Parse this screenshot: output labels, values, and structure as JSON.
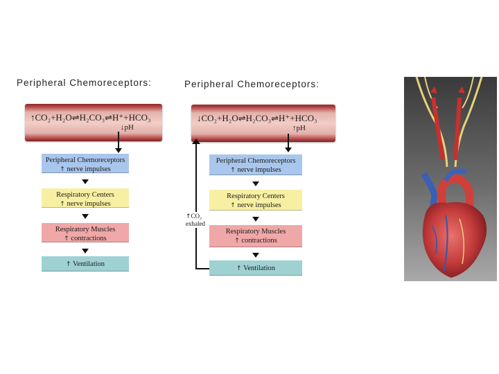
{
  "left_panel": {
    "title": "Peripheral Chemoreceptors:",
    "equation": "↑CO₂+H₂O⇌H₂CO₃⇌H⁺+HCO₃",
    "ph_label": "↓pH",
    "boxes": [
      {
        "line1": "Peripheral Chemoreceptors",
        "line2": "nerve impulses"
      },
      {
        "line1": "Respiratory Centers",
        "line2": "nerve impulses"
      },
      {
        "line1": "Respiratory Muscles",
        "line2": "contractions"
      },
      {
        "line1": "Ventilation",
        "line2": ""
      }
    ]
  },
  "right_panel": {
    "title": "Peripheral Chemoreceptors:",
    "equation": "↓CO₂+H₂O⇌H₂CO₃⇌H⁺+HCO₃",
    "ph_label": "↑pH",
    "co2_label_1": "CO₂",
    "co2_label_2": "exhaled",
    "boxes": [
      {
        "line1": "Peripheral Chemoreceptors",
        "line2": "nerve impulses"
      },
      {
        "line1": "Respiratory Centers",
        "line2": "nerve impulses"
      },
      {
        "line1": "Respiratory Muscles",
        "line2": "contractions"
      },
      {
        "line1": "Ventilation",
        "line2": ""
      }
    ]
  },
  "up_arrow": "↑",
  "image": {
    "subject": "heart-anatomy-illustration"
  }
}
